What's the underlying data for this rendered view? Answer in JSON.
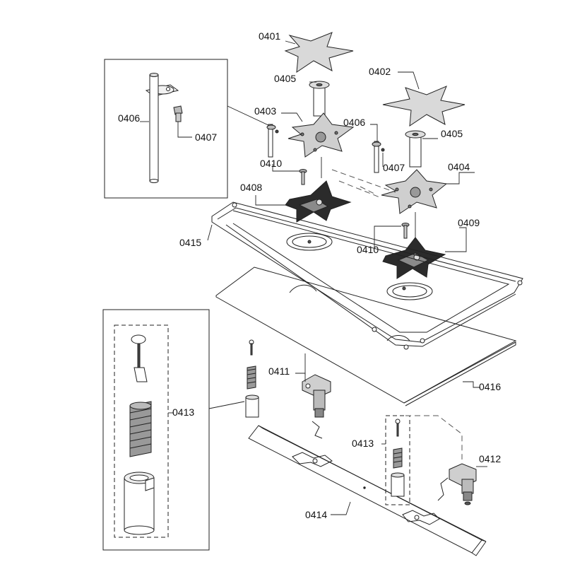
{
  "labels": {
    "l0401": "0401",
    "l0402": "0402",
    "l0403": "0403",
    "l0404": "0404",
    "l0405a": "0405",
    "l0405b": "0405",
    "l0406a": "0406",
    "l0406b": "0406",
    "l0407a": "0407",
    "l0407b": "0407",
    "l0408": "0408",
    "l0409": "0409",
    "l0410a": "0410",
    "l0410b": "0410",
    "l0411": "0411",
    "l0412": "0412",
    "l0413a": "0413",
    "l0413b": "0413",
    "l0414": "0414",
    "l0415": "0415",
    "l0416": "0416"
  }
}
